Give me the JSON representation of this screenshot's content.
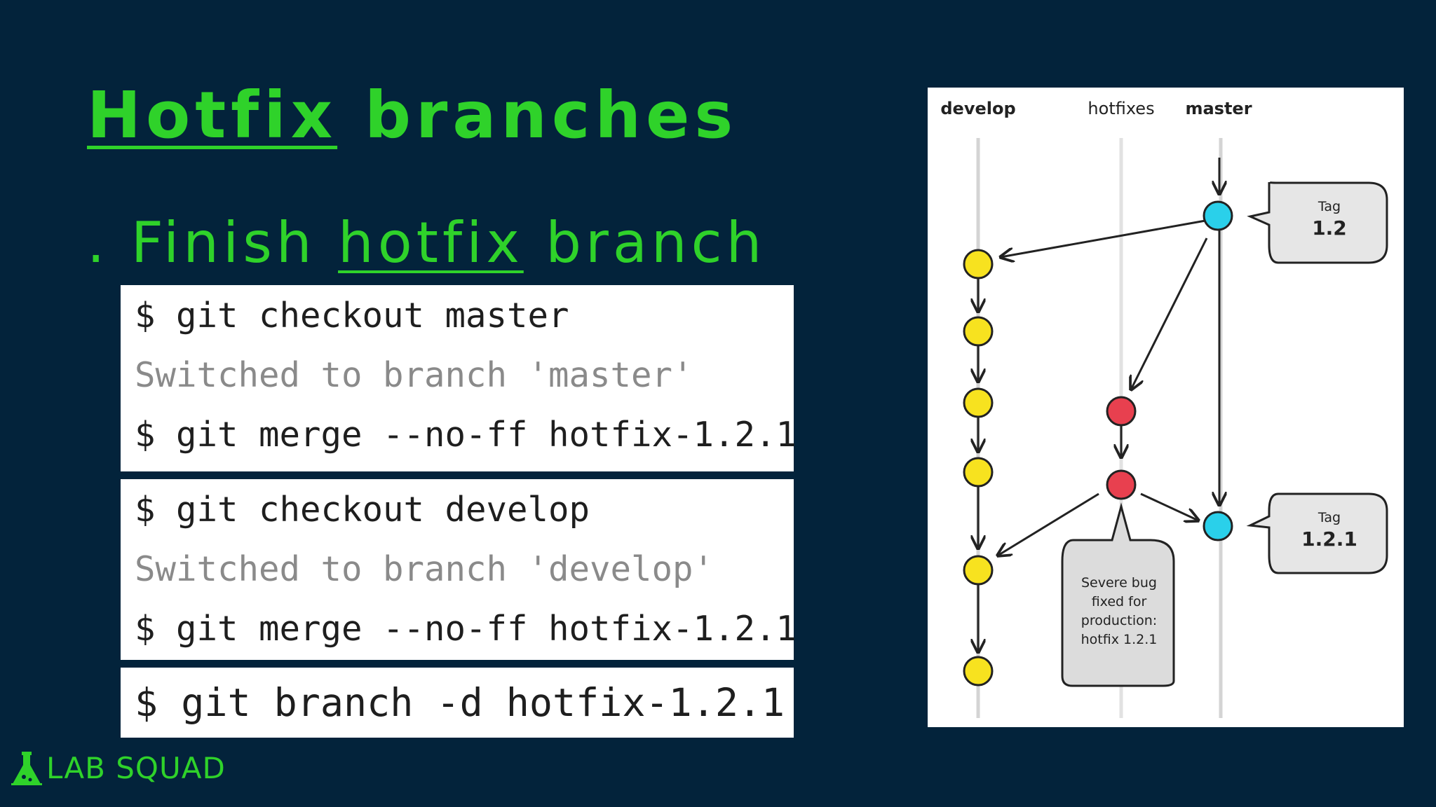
{
  "slide": {
    "title_part1": "Hotfix",
    "title_part2": "branches",
    "bullet_prefix": ". Finish ",
    "bullet_link": "hotfix",
    "bullet_suffix": " branch"
  },
  "code_blocks": [
    {
      "lines": [
        "$ git checkout master",
        "Switched to branch 'master'",
        "$ git merge --no-ff hotfix-1.2.1"
      ]
    },
    {
      "lines": [
        "$ git checkout develop",
        "Switched to branch 'develop'",
        "$ git merge --no-ff hotfix-1.2.1"
      ]
    },
    {
      "lines": [
        "$ git branch -d hotfix-1.2.1"
      ]
    }
  ],
  "logo": {
    "text": "LAB SQUAD",
    "icon": "flask-icon"
  },
  "diagram": {
    "lanes": [
      "develop",
      "hotfixes",
      "master"
    ],
    "tags": [
      {
        "label": "Tag",
        "version": "1.2"
      },
      {
        "label": "Tag",
        "version": "1.2.1"
      }
    ],
    "note_lines": [
      "Severe bug",
      "fixed for",
      "production:",
      "hotfix 1.2.1"
    ],
    "colors": {
      "develop_commit": "#f7e21f",
      "hotfix_commit": "#e8404f",
      "master_commit": "#2ad0ea"
    }
  },
  "colors": {
    "background": "#03233b",
    "accent": "#2fd22a",
    "command_text": "#1e1e1e",
    "output_text": "#8a8a8a"
  }
}
